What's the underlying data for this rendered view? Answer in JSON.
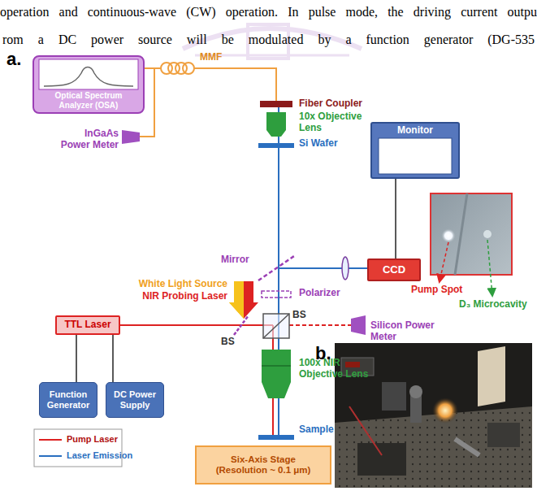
{
  "diagram": {
    "nodes": [
      {
        "text": [
          "Optical Spectrum Analyzer (OSA)"
        ]
      },
      {
        "text": [
          "Monitor"
        ]
      },
      {
        "text": [
          "CCD"
        ]
      },
      {
        "text": [
          "TTL Laser"
        ]
      },
      {
        "text": [
          "Function Generator"
        ]
      },
      {
        "text": [
          "DC Power Supply"
        ]
      },
      {
        "text": [
          "Six-Axis Stage (Resolution ~ 0.1 μm)"
        ]
      }
    ],
    "edges": [
      {
        "from": 2,
        "to": 1,
        "arrow": "none"
      },
      {
        "from": 3,
        "to": 4,
        "arrow": "none"
      },
      {
        "from": 3,
        "to": 5,
        "arrow": "none"
      }
    ],
    "labels": [
      "operation and continuous-wave (CW) operation. In pulse mode, the driving current outpu",
      "rom a DC power source will be modulated by a function generator (DG-535",
      "a.",
      "MMF",
      "Fiber Coupler",
      "10x Objective Lens",
      "InGaAs Power Meter",
      "Si Wafer",
      "Mirror",
      "Pump Spot",
      "D₃ Microcavity",
      "Polarizer",
      "White Light Source",
      "NIR Probing Laser",
      "BS",
      "BS",
      "Silicon Power Meter",
      "100x NIR Objective Lens",
      "Sample",
      "b."
    ],
    "legend": [
      {
        "text": "Pump Laser"
      },
      {
        "text": "Laser Emission"
      }
    ]
  }
}
